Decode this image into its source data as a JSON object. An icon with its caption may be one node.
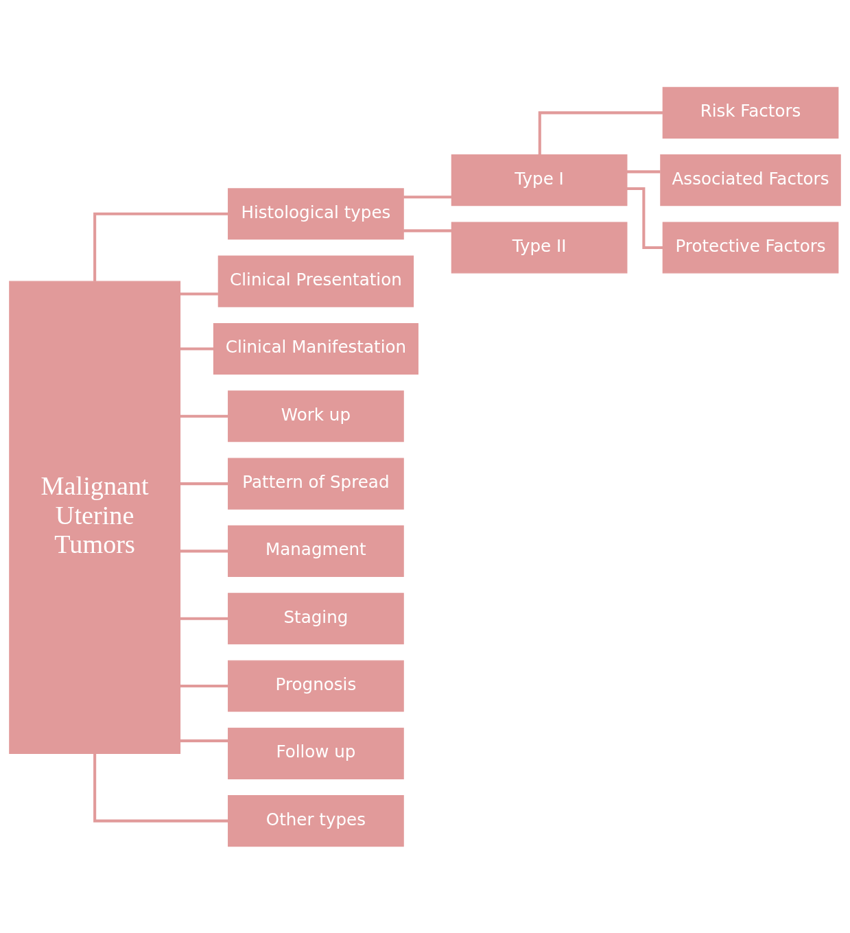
{
  "diagram": {
    "nodes": [
      {
        "text": [
          "Malignant Uterine Tumors"
        ]
      },
      {
        "text": [
          "Histological types"
        ]
      },
      {
        "text": [
          "Clinical Presentation"
        ]
      },
      {
        "text": [
          "Clinical Manifestation"
        ]
      },
      {
        "text": [
          "Work up"
        ]
      },
      {
        "text": [
          "Pattern of Spread"
        ]
      },
      {
        "text": [
          "Managment"
        ]
      },
      {
        "text": [
          "Staging"
        ]
      },
      {
        "text": [
          "Prognosis"
        ]
      },
      {
        "text": [
          "Follow up"
        ]
      },
      {
        "text": [
          "Other types"
        ]
      },
      {
        "text": [
          "Type I"
        ]
      },
      {
        "text": [
          "Type II"
        ]
      },
      {
        "text": [
          "Risk Factors"
        ]
      },
      {
        "text": [
          "Associated Factors"
        ]
      },
      {
        "text": [
          "Protective Factors"
        ]
      }
    ],
    "edges": [
      {
        "from": 0,
        "to": 1,
        "arrow": "none"
      },
      {
        "from": 0,
        "to": 2,
        "arrow": "none"
      },
      {
        "from": 0,
        "to": 3,
        "arrow": "none"
      },
      {
        "from": 0,
        "to": 4,
        "arrow": "none"
      },
      {
        "from": 0,
        "to": 5,
        "arrow": "none"
      },
      {
        "from": 0,
        "to": 6,
        "arrow": "none"
      },
      {
        "from": 0,
        "to": 7,
        "arrow": "none"
      },
      {
        "from": 0,
        "to": 8,
        "arrow": "none"
      },
      {
        "from": 0,
        "to": 9,
        "arrow": "none"
      },
      {
        "from": 0,
        "to": 10,
        "arrow": "none"
      },
      {
        "from": 1,
        "to": 11,
        "arrow": "none"
      },
      {
        "from": 1,
        "to": 12,
        "arrow": "none"
      },
      {
        "from": 11,
        "to": 13,
        "arrow": "none"
      },
      {
        "from": 11,
        "to": 14,
        "arrow": "none"
      },
      {
        "from": 11,
        "to": 15,
        "arrow": "none"
      }
    ]
  }
}
